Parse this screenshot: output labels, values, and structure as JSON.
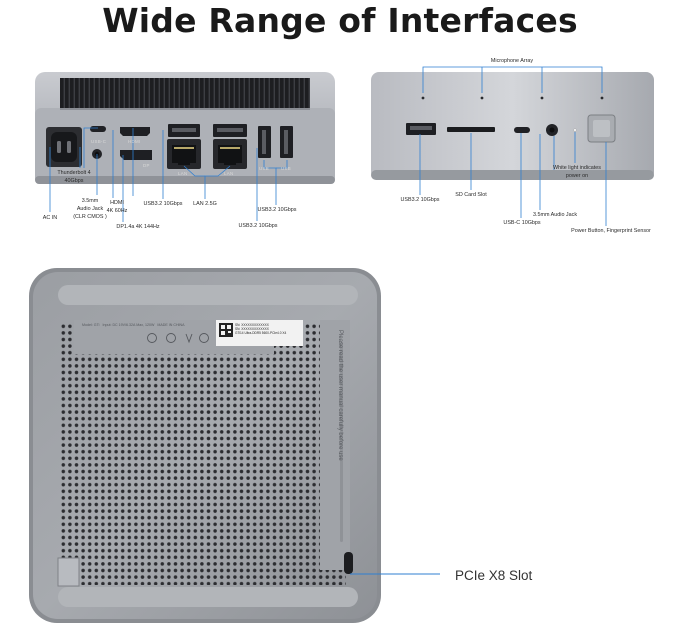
{
  "title": "Wide Range of Interfaces",
  "rear": {
    "labels": {
      "ac_in": "AC IN",
      "thunderbolt": "Thunderbolt 4",
      "thunderbolt_speed": "40Gbps",
      "audio_jack_1": "3.5mm",
      "audio_jack_2": "Audio Jack",
      "audio_jack_3": "(CLR CMOS )",
      "hdmi_1": "HDMI",
      "hdmi_2": "4K 60Hz",
      "dp": "DP1.4a 4K 144Hz",
      "usb_left": "USB3.2 10Gbps",
      "lan": "LAN 2.5G",
      "usb_right_top": "USB3.2 10Gbps",
      "usb_right_bottom": "USB3.2 10Gbps"
    },
    "port_tags": {
      "usbc": "USB-C",
      "hdmi": "HDMI",
      "dp": "DP",
      "lan1": "LAN",
      "lan2": "LAN",
      "usb1": "USB",
      "usb2": "USB"
    }
  },
  "front": {
    "labels": {
      "microphone": "Microphone Array",
      "usb": "USB3.2 10Gbps",
      "sd": "SD Card Slot",
      "usbc": "USB-C 10Gbps",
      "audio": "3.5mm Audio Jack",
      "light_1": "White light indicates",
      "light_2": "power on",
      "power": "Power Button, Fingerprint Sensor"
    }
  },
  "bottom": {
    "pcie_label": "PCIe X8 Slot",
    "sticker": {
      "line1": "SN: XXXXXXXXXXXXX",
      "line2": "SN: XXXXXXXXXXXXX",
      "line3": "GTi14 Ultra-DDR5 5600-PCIe4.0 X4"
    },
    "regulatory": {
      "model": "Model: GTi",
      "input": "Input: DC 19V/6.32A Max, 120W",
      "made_in": "MADE IN CHINA"
    },
    "side_text": "Please read the user manual carefully before use"
  }
}
